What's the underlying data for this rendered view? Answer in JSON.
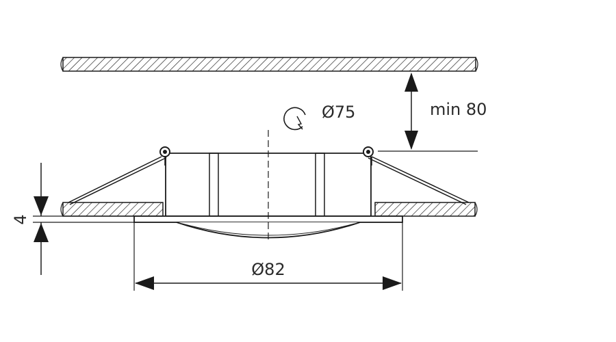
{
  "dimensions": {
    "cutout_diameter": "Ø75",
    "clearance": "min 80",
    "ring_diameter": "Ø82",
    "ring_thickness": "4"
  },
  "colors": {
    "line": "#1a1a1a",
    "text": "#2a2a2a",
    "background": "#ffffff"
  },
  "icons": {
    "cutout": "hole-saw-icon"
  }
}
